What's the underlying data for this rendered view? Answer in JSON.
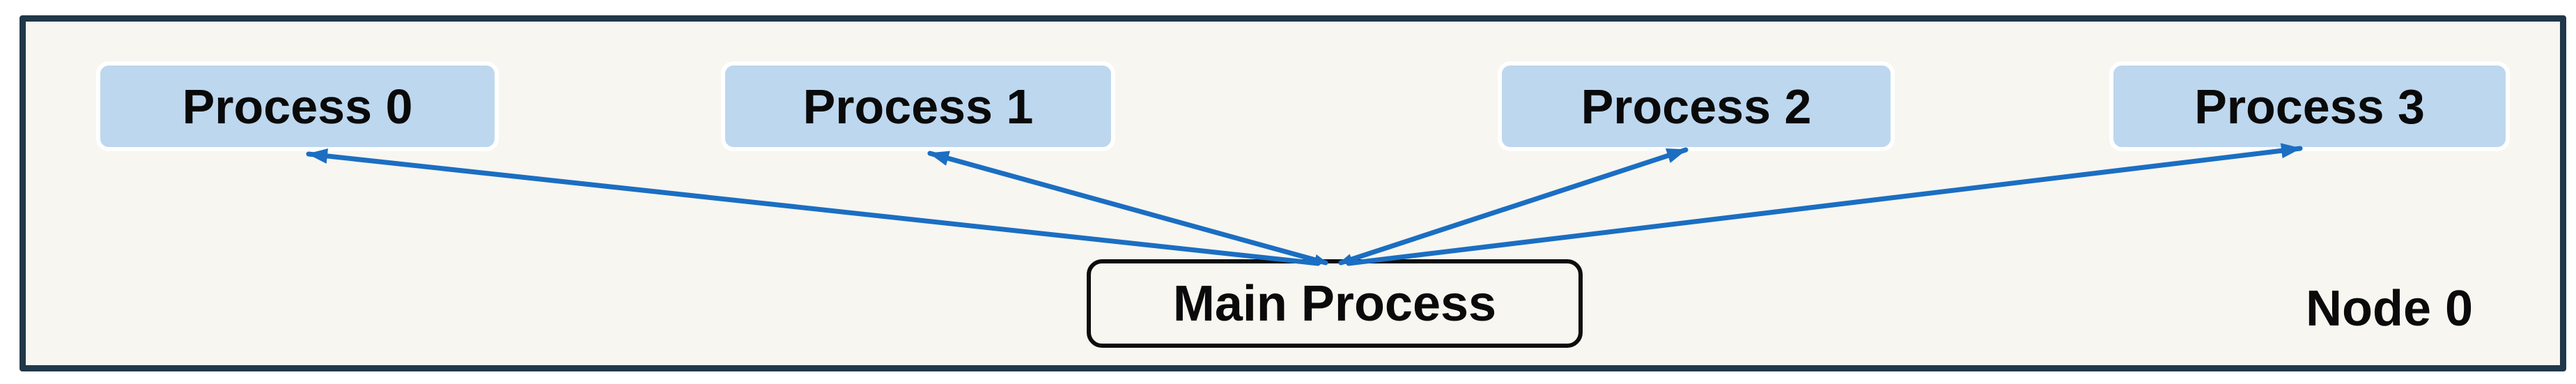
{
  "node": {
    "label": "Node 0"
  },
  "main_process": {
    "label": "Main Process"
  },
  "processes": [
    {
      "label": "Process 0"
    },
    {
      "label": "Process 1"
    },
    {
      "label": "Process 2"
    },
    {
      "label": "Process 3"
    }
  ],
  "edges": [
    {
      "from": "Main Process",
      "to": "Process 0"
    },
    {
      "from": "Main Process",
      "to": "Process 1"
    },
    {
      "from": "Main Process",
      "to": "Process 2"
    },
    {
      "from": "Main Process",
      "to": "Process 3"
    }
  ],
  "colors": {
    "container_border": "#203849",
    "container_background": "#f7f6f1",
    "process_box_fill": "#bdd7ee",
    "process_box_halo": "#ffffff",
    "main_box_border": "#0d0d0d",
    "arrow": "#1b6ec2",
    "text": "#0a0a0a"
  }
}
